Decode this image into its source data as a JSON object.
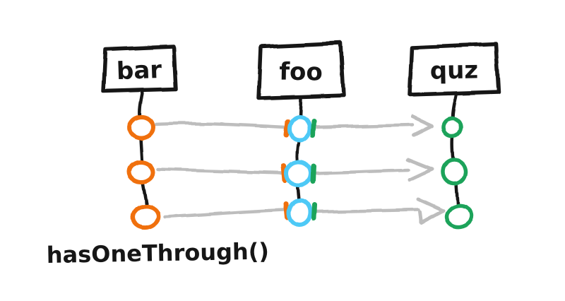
{
  "diagram": {
    "caption": "hasOneThrough()",
    "boxes": [
      {
        "label": "bar"
      },
      {
        "label": "foo"
      },
      {
        "label": "quz"
      }
    ],
    "colors": {
      "orange": "#f0700f",
      "blue": "#4dc9f6",
      "green": "#1ea35a",
      "connector_gray": "#bdbdbd",
      "ink_black": "#161616"
    }
  }
}
